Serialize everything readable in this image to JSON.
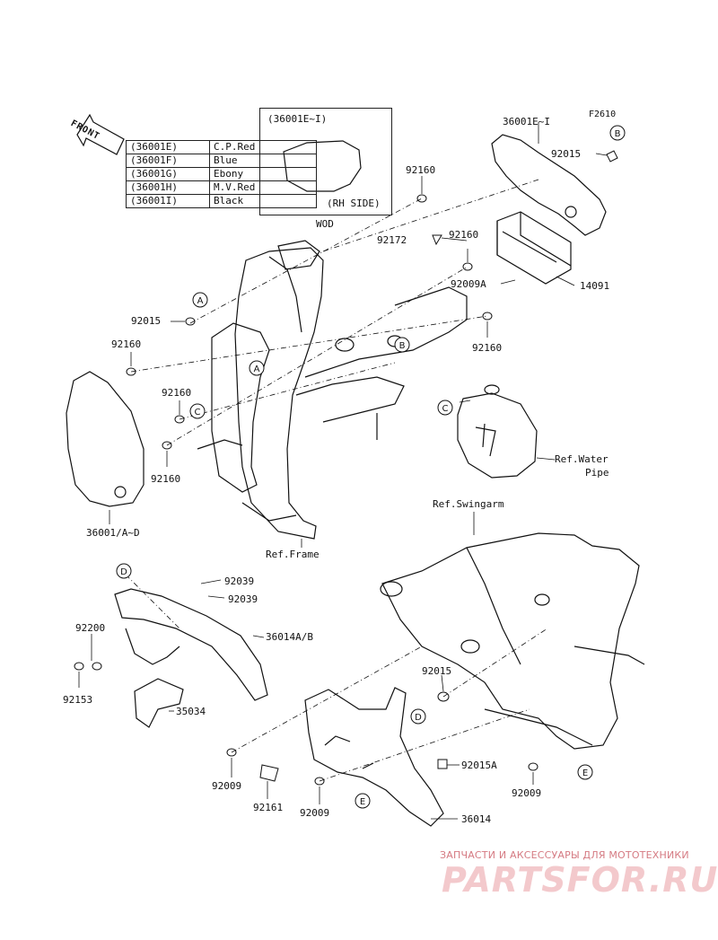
{
  "figure_id": "F2610",
  "front_label": "FRONT",
  "color_table": [
    {
      "code": "(36001E)",
      "color": "C.P.Red"
    },
    {
      "code": "(36001F)",
      "color": "Blue"
    },
    {
      "code": "(36001G)",
      "color": "Ebony"
    },
    {
      "code": "(36001H)",
      "color": "M.V.Red"
    },
    {
      "code": "(36001I)",
      "color": "Black"
    }
  ],
  "inset": {
    "title": "(36001E~I)",
    "caption": "(RH SIDE)",
    "note": "WOD"
  },
  "labels": {
    "p36001EI": "36001E~I",
    "p92015_top": "92015",
    "p92160_a": "92160",
    "p92172": "92172",
    "p92160_b": "92160",
    "p92009A": "92009A",
    "p14091": "14091",
    "p92160_c": "92160",
    "p92015_left": "92015",
    "p92160_d": "92160",
    "p92160_e": "92160",
    "p92160_f": "92160",
    "p36001AD": "36001/A~D",
    "ref_frame": "Ref.Frame",
    "ref_water": "Ref.Water",
    "ref_water2": "Pipe",
    "ref_swingarm": "Ref.Swingarm",
    "p92039_a": "92039",
    "p92039_b": "92039",
    "p92200": "92200",
    "p36014AB": "36014A/B",
    "p92153": "92153",
    "p35034": "35034",
    "p92015_mid": "92015",
    "p92015A": "92015A",
    "p92009_a": "92009",
    "p92009_b": "92009",
    "p92009_c": "92009",
    "p92161": "92161",
    "p36014": "36014"
  },
  "callouts": {
    "A": "A",
    "B": "B",
    "C": "C",
    "D": "D",
    "E": "E"
  },
  "watermark": {
    "tagline": "ЗАПЧАСТИ И АКСЕССУАРЫ ДЛЯ МОТОТЕХНИКИ",
    "brand": "PARTSFOR.RU"
  }
}
